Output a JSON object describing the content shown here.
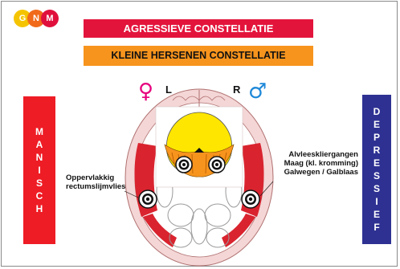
{
  "logo": {
    "letters": [
      "G",
      "N",
      "M"
    ],
    "colors": [
      "#f5c400",
      "#f06a1a",
      "#e0103c"
    ]
  },
  "banners": {
    "top": "AGRESSIEVE CONSTELLATIE",
    "bottom": "KLEINE HERSENEN CONSTELLATIE"
  },
  "side": {
    "left_letters": [
      "M",
      "A",
      "N",
      "I",
      "S",
      "C",
      "H"
    ],
    "right_letters": [
      "D",
      "E",
      "P",
      "R",
      "E",
      "S",
      "S",
      "I",
      "E",
      "F"
    ]
  },
  "hemispheres": {
    "left": "L",
    "right": "R"
  },
  "symbols": {
    "female": "♀",
    "male": "♂"
  },
  "labels": {
    "left_line1": "Oppervlakkig",
    "left_line2": "rectumslijmvlies",
    "right_line1": "Alvleeskliergangen",
    "right_line2": "Maag (kl. kromming)",
    "right_line3": "Galwegen / Galblaas"
  },
  "colors": {
    "aggressive": "#e3143c",
    "cerebellum_banner": "#f7941d",
    "manic": "#ee1c25",
    "depressive": "#2e3192",
    "cerebellum_yellow": "#ffe600",
    "cerebellum_orange": "#f7941d"
  }
}
